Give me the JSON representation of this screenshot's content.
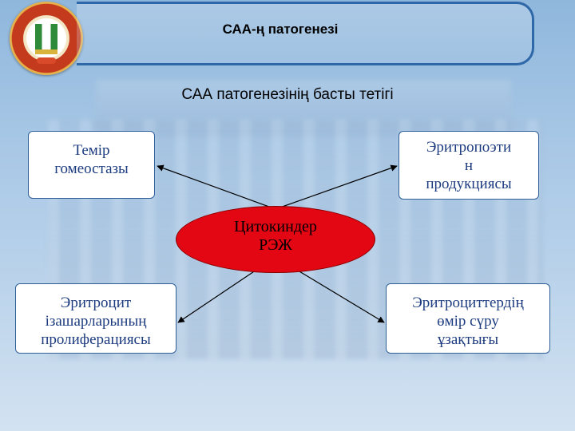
{
  "header": {
    "title": "САА-ң патогенезі"
  },
  "diagram": {
    "subtitle": "САА патогенезінің басты тетігі",
    "center": {
      "line1": "Цитокиндер",
      "line2": "РЭЖ"
    },
    "nodes": {
      "iron": {
        "line1": "Темір",
        "line2": "гомеостазы"
      },
      "epo": {
        "line1": "Эритропоэти",
        "line2": "н",
        "line3": "продукциясы"
      },
      "prolif": {
        "line1": "Эритроцит",
        "line2": "ізашарларының",
        "line3": "пролиферациясы"
      },
      "life": {
        "line1": "Эритроциттердің",
        "line2": "өмір сүру",
        "line3": "ұзақтығы"
      }
    }
  },
  "colors": {
    "accent": "#2f68a8",
    "center_fill": "#e30613",
    "node_text": "#1d3c80"
  }
}
